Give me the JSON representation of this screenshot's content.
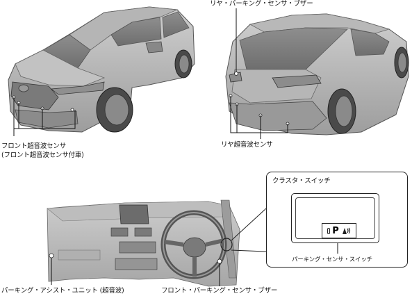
{
  "labels": {
    "rear_buzzer": "リヤ・パーキング・センサ・ブザー",
    "front_sensor_line1": "フロント超音波センサ",
    "front_sensor_line2": "(フロント超音波センサ付車)",
    "rear_sensor": "リヤ超音波センサ",
    "cluster_switch": "クラスタ・スイッチ",
    "parking_sensor_switch": "パーキング・センサ・スイッチ",
    "parking_assist_unit": "パーキング・アシスト・ユニット (超音波)",
    "front_buzzer": "フロント・パーキング・センサ・ブザー"
  },
  "switch": {
    "letter": "P"
  }
}
